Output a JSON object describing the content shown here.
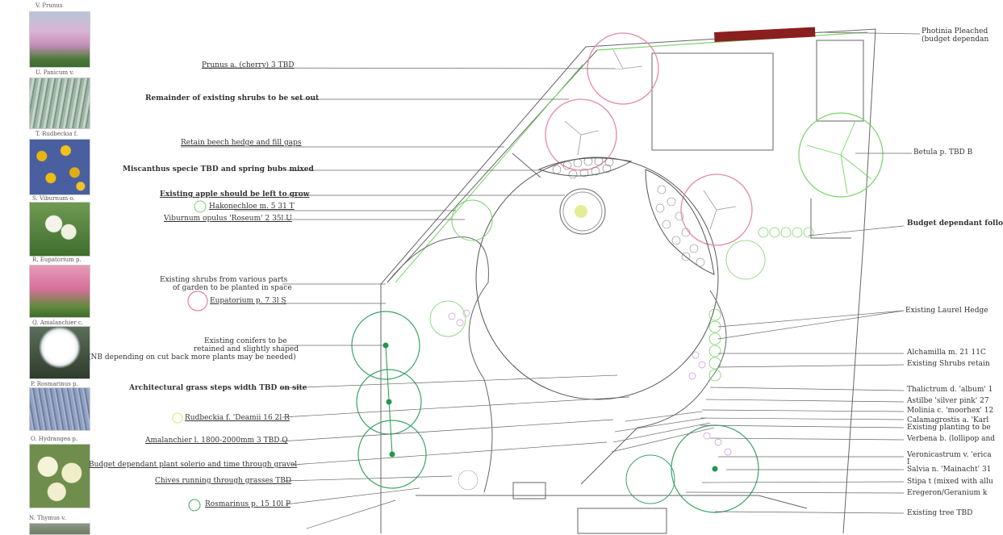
{
  "thumbnails": [
    {
      "caption": "V. Prunus"
    },
    {
      "caption": "U. Panicum v."
    },
    {
      "caption": "T. Rudbeckia f."
    },
    {
      "caption": "S. Viburnum o."
    },
    {
      "caption": "R. Eupatorium p."
    },
    {
      "caption": "Q. Amalanchier c."
    },
    {
      "caption": "P. Rosmarinus p."
    },
    {
      "caption": "O. Hydrangea p."
    },
    {
      "caption": "N. Thymus v."
    }
  ],
  "left_labels": [
    "Prunus a. (cherry) 3 TBD",
    "Remainder of existing shrubs to be set out",
    "Retain beech hedge and fill gaps",
    "Miscanthus specie TBD and spring bubs mixed",
    "Existing apple should be left to grow",
    "Hakonechloe m. 5 31 T",
    "Viburnum opulus 'Roseum' 2 35l U",
    "Existing shrubs from various parts",
    "of garden to be planted in space",
    "Eupatorium p. 7 3l S",
    "Existing conifers to be",
    "retained and slightly shaped",
    "(NB depending on cut back more plants may be needed)",
    "Architectural grass steps width TBD on site",
    "Rudbeckia f. 'Deamii 16 2l R",
    "Amalanchier l. 1800-2000mm 3 TBD Q",
    "Budget dependant plant solerio and time through gravel",
    "Chives running through grasses TBD",
    "Rosmarinus p. 15 10l P"
  ],
  "right_labels": [
    "Photinia Pleached",
    "(budget dependan",
    "Betula p. TBD B",
    "Budget dependant follo",
    "Existing Laurel Hedge",
    "Alchamilla m. 21 11C",
    "Existing Shrubs retain",
    "Thalictrum d. 'album' 1",
    "Astilbe 'silver pink' 27",
    "Molinia c. 'moorhex' 12",
    "Calamagrostis a. 'Karl",
    "Existing planting to be",
    "Verbena b. (lollipop and",
    "Veronicastrum v. 'erica",
    "I",
    "Salvia n. 'Mainacht' 31",
    "Stipa t (mixed with allu",
    "Eregeron/Geranium k",
    "Existing tree TBD"
  ],
  "colors": {
    "pink": "#e58aa4",
    "green": "#7ad36a",
    "dkgreen": "#1f9a4a",
    "hedge": "#8a1f1f",
    "line": "#555555"
  }
}
